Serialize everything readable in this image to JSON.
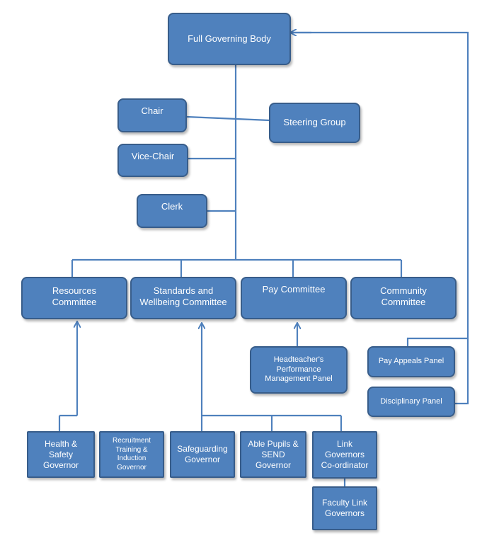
{
  "colors": {
    "box_fill": "#4f81bd",
    "box_border": "#385d8a",
    "connector": "#4f81bd",
    "text": "#ffffff"
  },
  "nodes": {
    "full_governing_body": "Full Governing Body",
    "chair": "Chair",
    "vice_chair": "Vice-Chair",
    "clerk": "Clerk",
    "steering_group": "Steering Group",
    "resources_committee": [
      "Resources",
      "Committee"
    ],
    "standards_wellbeing_committee": [
      "Standards and",
      "Wellbeing Committee"
    ],
    "pay_committee": "Pay Committee",
    "community_committee": [
      "Community",
      "Committee"
    ],
    "headteacher_panel": [
      "Headteacher's",
      "Performance",
      "Management Panel"
    ],
    "pay_appeals_panel": "Pay Appeals Panel",
    "disciplinary_panel": "Disciplinary Panel",
    "health_safety_governor": [
      "Health &",
      "Safety",
      "Governor"
    ],
    "recruitment_governor": [
      "Recruitment",
      "Training &",
      "Induction",
      "Governor"
    ],
    "safeguarding_governor": [
      "Safeguarding",
      "Governor"
    ],
    "able_pupils_governor": [
      "Able Pupils &",
      "SEND",
      "Governor"
    ],
    "link_governors_coordinator": [
      "Link",
      "Governors",
      "Co-ordinator"
    ],
    "faculty_link_governors": [
      "Faculty Link",
      "Governors"
    ]
  }
}
